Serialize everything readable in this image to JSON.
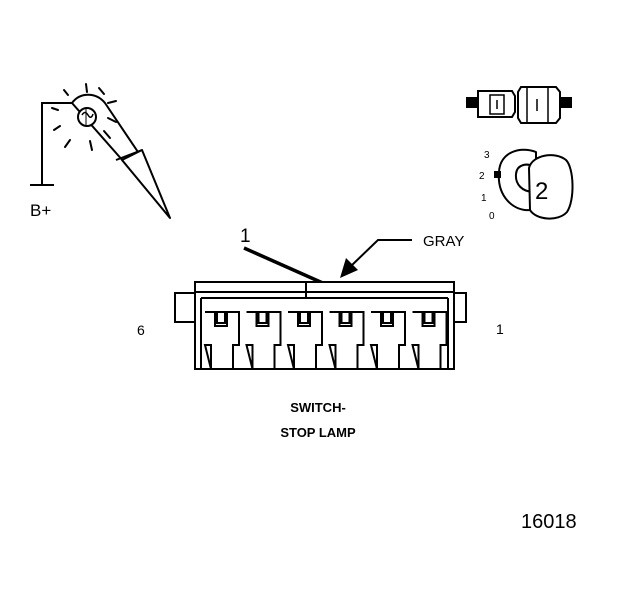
{
  "labels": {
    "power": "B+",
    "callout": "1",
    "wire_color": "GRAY",
    "pin_left": "6",
    "pin_right": "1",
    "caption_line1": "SWITCH-",
    "caption_line2": "STOP LAMP",
    "figure_number": "16018"
  },
  "selector_dial": {
    "positions": [
      "3",
      "2",
      "1",
      "0"
    ],
    "selected": "2"
  },
  "colors": {
    "ink": "#000000",
    "paper": "#ffffff"
  }
}
